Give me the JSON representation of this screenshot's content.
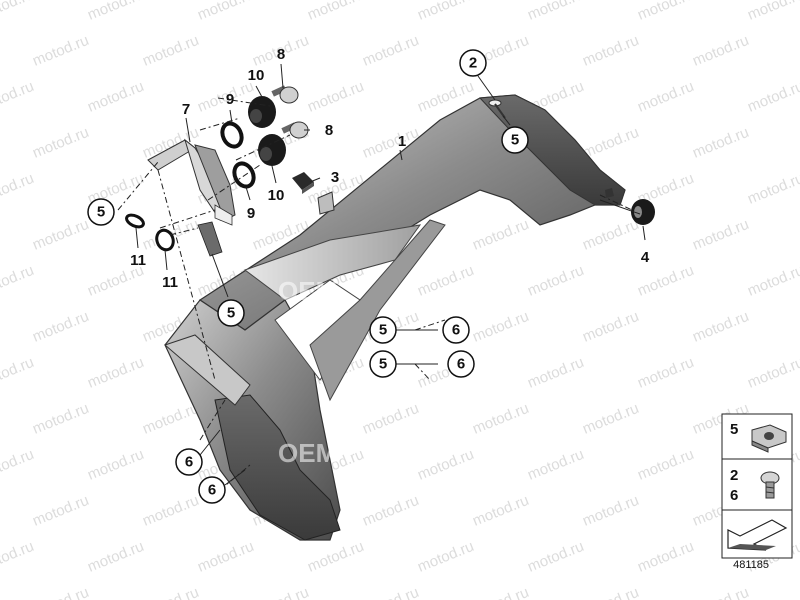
{
  "watermark": {
    "text": "motod.ru",
    "oem": "OEM"
  },
  "callouts": {
    "p1": "1",
    "p2": "2",
    "p3": "3",
    "p4": "4",
    "p5a": "5",
    "p5b": "5",
    "p5c": "5",
    "p5d": "5",
    "p5e": "5",
    "p6a": "6",
    "p6b": "6",
    "p6c": "6",
    "p6d": "6",
    "p7": "7",
    "p8a": "8",
    "p8b": "8",
    "p9a": "9",
    "p9b": "9",
    "p10a": "10",
    "p10b": "10",
    "p11a": "11",
    "p11b": "11"
  },
  "legend": {
    "row1": "5",
    "row2a": "2",
    "row2b": "6"
  },
  "diagram_ref": "481185",
  "colors": {
    "part_dark": "#5a5a5a",
    "part_light": "#b8b8b8",
    "rubber": "#1a1a1a",
    "line": "#222222"
  }
}
